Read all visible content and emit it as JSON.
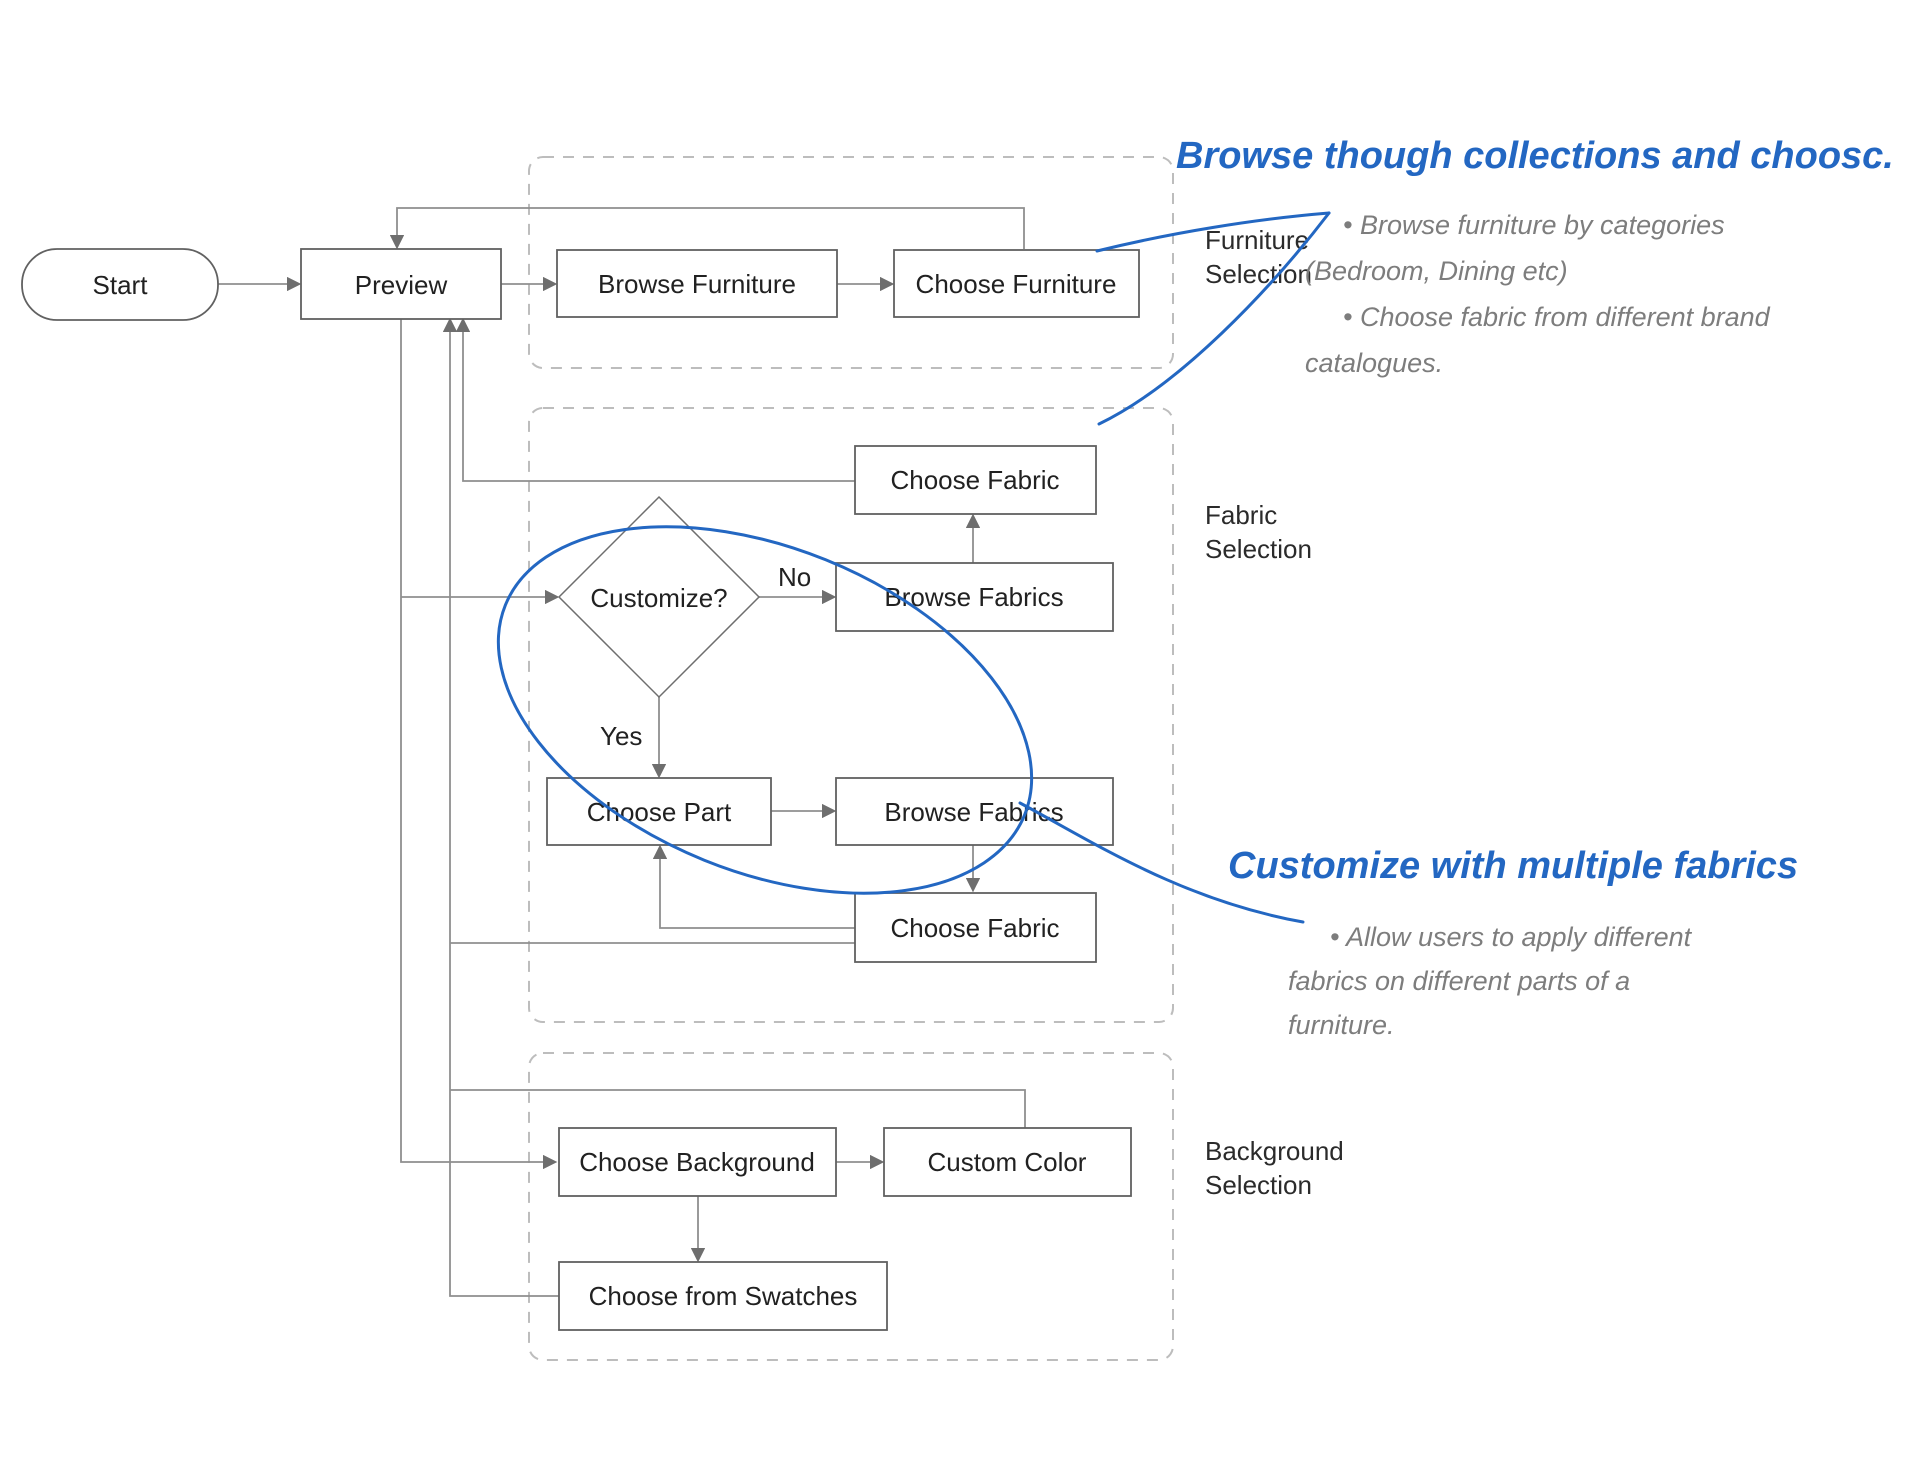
{
  "diagram": {
    "nodes": {
      "start": "Start",
      "preview": "Preview",
      "browse_furniture": "Browse Furniture",
      "choose_furniture": "Choose Furniture",
      "choose_fabric_top": "Choose Fabric",
      "browse_fabrics_top": "Browse Fabrics",
      "customize_decision": "Customize?",
      "choose_part": "Choose Part",
      "browse_fabrics_bottom": "Browse Fabrics",
      "choose_fabric_bottom": "Choose Fabric",
      "choose_background": "Choose Background",
      "custom_color": "Custom Color",
      "choose_from_swatches": "Choose from Swatches"
    },
    "edge_labels": {
      "no": "No",
      "yes": "Yes"
    },
    "sections": {
      "furniture": {
        "line1": "Furniture",
        "line2": "Selection"
      },
      "fabric": {
        "line1": "Fabric",
        "line2": "Selection"
      },
      "background": {
        "line1": "Background",
        "line2": "Selection"
      }
    }
  },
  "annotations": {
    "collections": {
      "title": "Browse though collections and choosc.",
      "bullets": [
        "• Browse furniture by categories",
        "(Bedroom, Dining etc)",
        "• Choose fabric from different brand",
        "catalogues."
      ]
    },
    "customize": {
      "title": "Customize with multiple fabrics",
      "bullets": [
        "• Allow users to apply different",
        "fabrics on different parts of a",
        "furniture."
      ]
    }
  },
  "colors": {
    "annotation_blue": "#2367c2",
    "annotation_gray": "#7d7d7d",
    "wire_gray": "#8f8f8f",
    "box_border": "#616161",
    "dashed_border": "#bdbdbd",
    "text": "#212121"
  }
}
